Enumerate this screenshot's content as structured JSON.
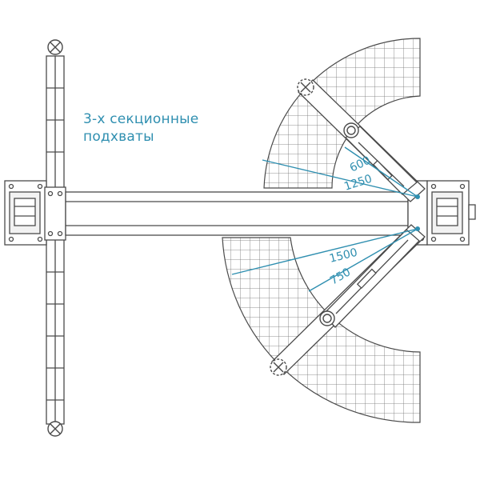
{
  "annotation": {
    "line1": "3-х секционные",
    "line2": "подхваты"
  },
  "dimensions": {
    "upper_short": "600",
    "upper_long": "1250",
    "lower_long": "1500",
    "lower_short": "750"
  },
  "colors": {
    "outline": "#4a4a4a",
    "dimension": "#2f8fb0",
    "grid": "#707070"
  }
}
